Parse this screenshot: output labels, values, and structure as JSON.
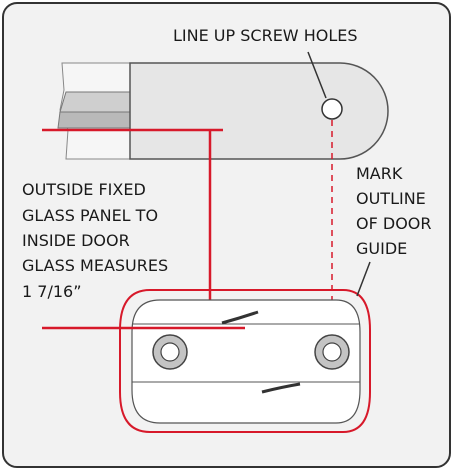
{
  "labels": {
    "screw_holes": "LINE UP SCREW HOLES",
    "mark_outline": [
      "MARK",
      "OUTLINE",
      "OF DOOR",
      "GUIDE"
    ],
    "measurement": [
      "OUTSIDE FIXED",
      "GLASS PANEL TO",
      "INSIDE DOOR",
      "GLASS MEASURES",
      "1 7/16”"
    ]
  },
  "colors": {
    "background": "#f2f2f2",
    "border": "#333333",
    "accent_line": "#d7192a",
    "part_fill": "#e6e6e6",
    "part_stroke": "#555555"
  }
}
